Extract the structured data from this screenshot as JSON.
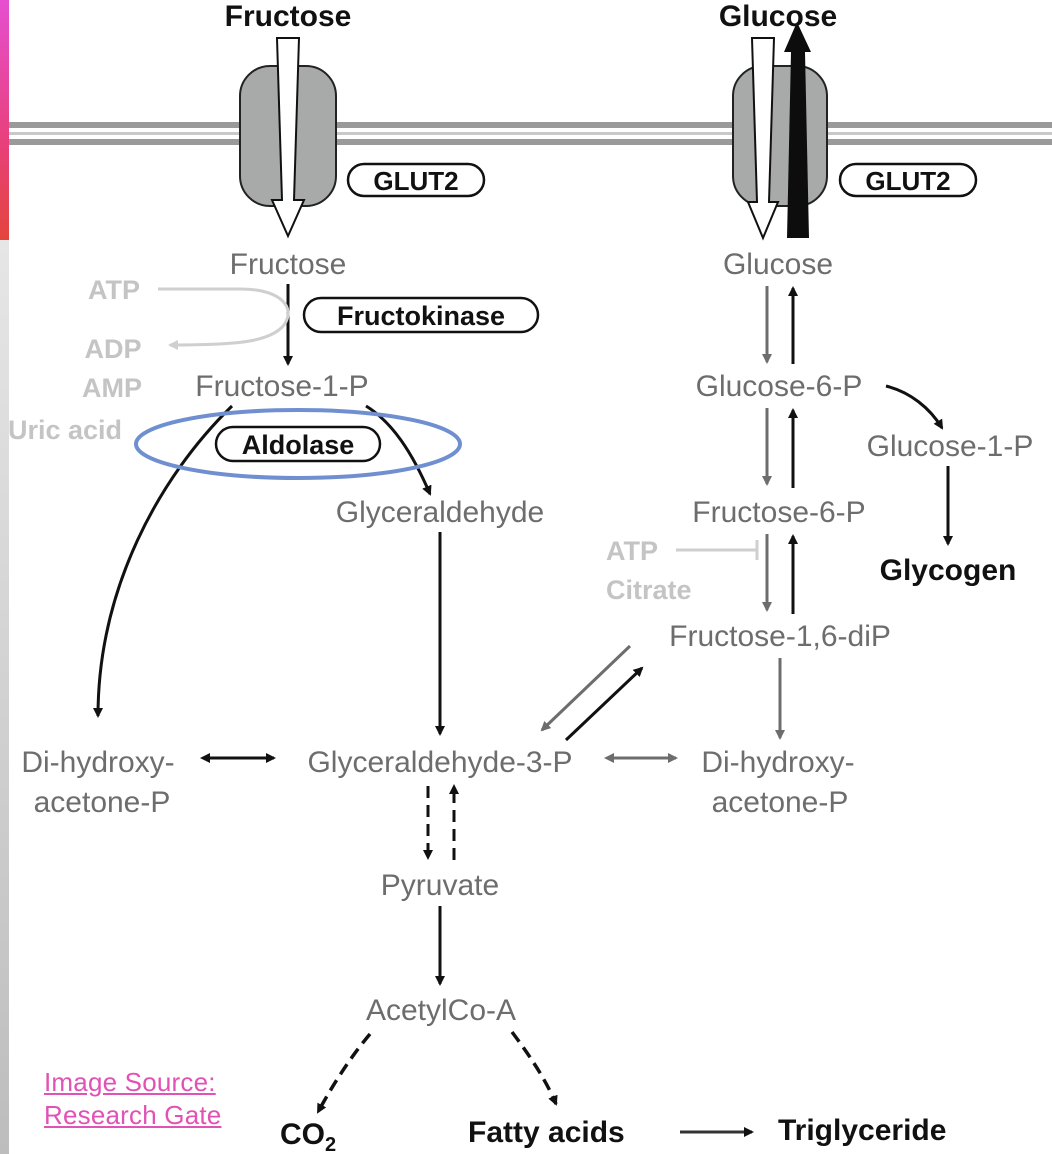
{
  "top_labels": {
    "fructose_outside": "Fructose",
    "glucose_outside": "Glucose"
  },
  "transporters": {
    "left": "GLUT2",
    "right": "GLUT2"
  },
  "left_pathway": {
    "fructose": "Fructose",
    "enzyme_fructokinase": "Fructokinase",
    "fructose_1p": "Fructose-1-P",
    "enzyme_aldolase": "Aldolase",
    "glyceraldehyde": "Glyceraldehyde",
    "dhap_line1": "Di-hydroxy-",
    "dhap_line2": "acetone-P",
    "cofactors": {
      "atp": "ATP",
      "adp": "ADP",
      "amp": "AMP",
      "uric_acid": "Uric acid"
    }
  },
  "right_pathway": {
    "glucose": "Glucose",
    "glucose_6p": "Glucose-6-P",
    "glucose_1p": "Glucose-1-P",
    "glycogen": "Glycogen",
    "fructose_6p": "Fructose-6-P",
    "inhibitors": {
      "atp": "ATP",
      "citrate": "Citrate"
    },
    "fructose_16dip": "Fructose-1,6-diP",
    "dhap_line1": "Di-hydroxy-",
    "dhap_line2": "acetone-P"
  },
  "center": {
    "g3p": "Glyceraldehyde-3-P",
    "pyruvate": "Pyruvate",
    "acetylcoa": "AcetylCo-A",
    "co2": "CO",
    "co2_sub": "2",
    "fatty_acids": "Fatty acids",
    "triglyceride": "Triglyceride"
  },
  "source": {
    "line1": "Image Source:",
    "line2": "Research Gate"
  },
  "colors": {
    "node_text": "#6d6d6d",
    "faded_text": "#c4c4c4",
    "arrow_black": "#111111",
    "arrow_gray": "#6d6d6d",
    "highlight_ellipse": "#6f8fd0",
    "source_link": "#e052b5",
    "membrane": "#9a9a9a",
    "transporter_fill": "#a7aaa9"
  }
}
